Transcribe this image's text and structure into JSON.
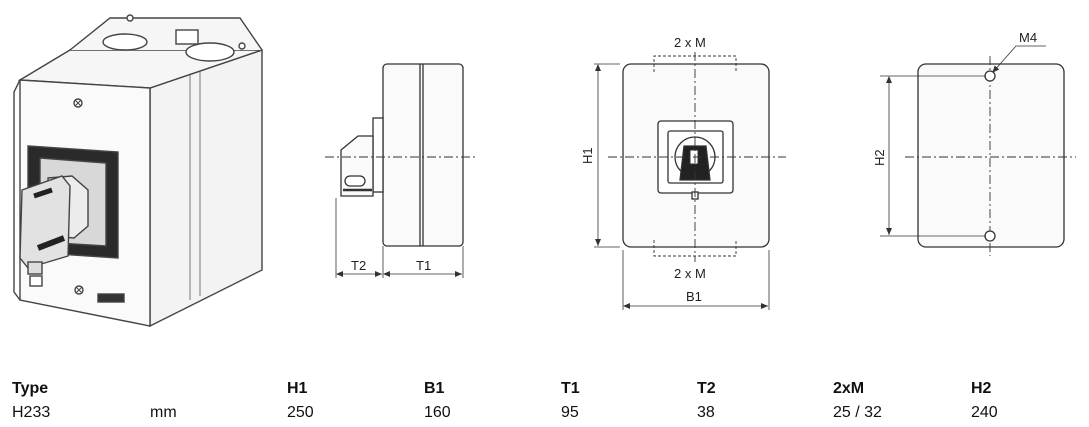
{
  "diagram": {
    "front_width_labels": [
      "2 x M",
      "2 x M"
    ],
    "front_height_label": "H1",
    "front_base_label": "B1",
    "side_labels": [
      "T2",
      "T1"
    ],
    "mount_height_label": "H2",
    "mount_screw_label": "M4"
  },
  "table": {
    "headers": [
      "Type",
      "",
      "H1",
      "B1",
      "T1",
      "T2",
      "2xM",
      "H2"
    ],
    "row": [
      "H233",
      "mm",
      "250",
      "160",
      "95",
      "38",
      "25 / 32",
      "240"
    ]
  }
}
